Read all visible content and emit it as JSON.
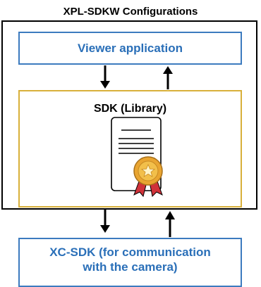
{
  "title": "XPL-SDKW Configurations",
  "viewer": {
    "label": "Viewer application"
  },
  "sdk": {
    "label": "SDK (Library)",
    "icon": "certificate-icon"
  },
  "xc": {
    "line1": "XC-SDK (for communication",
    "line2": "with the camera)"
  },
  "colors": {
    "blue_box": "#3c7bbf",
    "blue_text": "#2a6fb8",
    "gold_box": "#d8b03a",
    "black": "#000000",
    "ribbon_red": "#d0323a",
    "medal_gold": "#e9a531"
  }
}
